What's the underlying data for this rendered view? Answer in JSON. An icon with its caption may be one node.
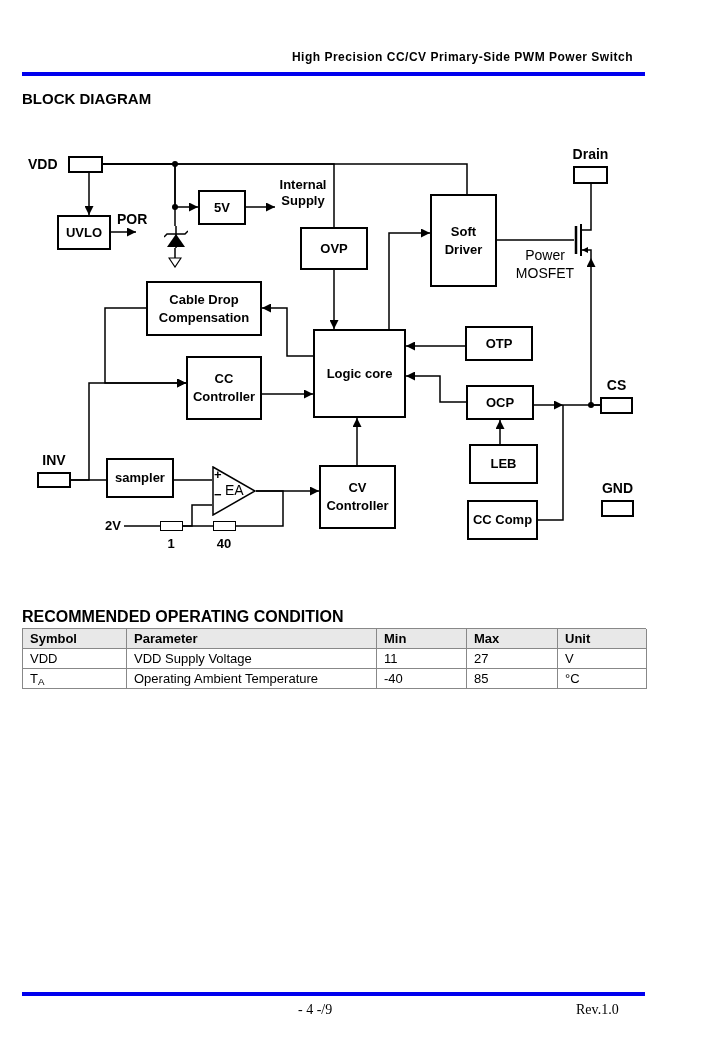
{
  "diagram": {
    "title": "High Precision CC/CV Primary-Side PWM Power Switch",
    "nodes": [
      {
        "text": [
          "VDD"
        ]
      },
      {
        "text": [
          "UVLO"
        ]
      },
      {
        "text": [
          "5V"
        ]
      },
      {
        "text": [
          "OVP"
        ]
      },
      {
        "text": [
          "Soft Driver"
        ]
      },
      {
        "text": [
          "Drain"
        ]
      },
      {
        "text": [],
        "shape": "transistor",
        "beside": [
          "Power MOSFET"
        ]
      },
      {
        "text": [
          "Cable Drop Compensation"
        ]
      },
      {
        "text": [
          "Logic core"
        ]
      },
      {
        "text": [
          "OTP"
        ]
      },
      {
        "text": [
          "CC Controller"
        ]
      },
      {
        "text": [
          "OCP"
        ]
      },
      {
        "text": [
          "CS"
        ]
      },
      {
        "text": [
          "INV"
        ]
      },
      {
        "text": [
          "sampler"
        ]
      },
      {
        "text": [
          "EA"
        ]
      },
      {
        "text": [
          "CV Controller"
        ]
      },
      {
        "text": [
          "LEB"
        ]
      },
      {
        "text": [
          "GND"
        ]
      },
      {
        "text": [
          "CC Comp"
        ]
      },
      {
        "text": [],
        "shape": "diode"
      },
      {
        "text": [],
        "shape": "ground"
      },
      {
        "text": [],
        "shape": "resistor",
        "beside": [
          "1"
        ]
      },
      {
        "text": [],
        "shape": "resistor",
        "beside": [
          "40"
        ]
      },
      {
        "text": [
          "2V"
        ]
      },
      {
        "text": [
          "Internal Supply"
        ]
      }
    ],
    "edges": [
      {
        "from": 0,
        "to": 1,
        "arrow": "to"
      },
      {
        "from": 1,
        "to": null,
        "arrow": "to",
        "label": "POR"
      },
      {
        "from": 0,
        "to": 20,
        "arrow": "none"
      },
      {
        "from": 0,
        "to": 2,
        "arrow": "to"
      },
      {
        "from": 2,
        "to": 25,
        "arrow": "to"
      },
      {
        "from": 0,
        "to": 3,
        "arrow": "none"
      },
      {
        "from": 0,
        "to": 4,
        "arrow": "none"
      },
      {
        "from": 3,
        "to": 8,
        "arrow": "to"
      },
      {
        "from": 8,
        "to": 4,
        "arrow": "to"
      },
      {
        "from": 4,
        "to": 6,
        "arrow": "none"
      },
      {
        "from": 5,
        "to": 6,
        "arrow": "none"
      },
      {
        "from": 12,
        "to": 6,
        "arrow": "to"
      },
      {
        "from": 8,
        "to": 7,
        "arrow": "to"
      },
      {
        "from": 7,
        "to": 10,
        "arrow": "to"
      },
      {
        "from": 13,
        "to": 10,
        "arrow": "to"
      },
      {
        "from": 13,
        "to": 14,
        "arrow": "none"
      },
      {
        "from": 10,
        "to": 8,
        "arrow": "to"
      },
      {
        "from": 9,
        "to": 8,
        "arrow": "to"
      },
      {
        "from": 11,
        "to": 8,
        "arrow": "to"
      },
      {
        "from": 12,
        "to": 11,
        "arrow": "none"
      },
      {
        "from": 17,
        "to": 11,
        "arrow": "to"
      },
      {
        "from": 19,
        "to": null,
        "arrow": "to"
      },
      {
        "from": 14,
        "to": 15,
        "arrow": "none"
      },
      {
        "from": 15,
        "to": 16,
        "arrow": "to"
      },
      {
        "from": 16,
        "to": 8,
        "arrow": "to"
      },
      {
        "from": 24,
        "to": 22,
        "arrow": "none"
      },
      {
        "from": 22,
        "to": 23,
        "arrow": "none"
      },
      {
        "from": 22,
        "to": 15,
        "arrow": "none"
      },
      {
        "from": 23,
        "to": 15,
        "arrow": "none"
      },
      {
        "from": 20,
        "to": 21,
        "arrow": "none"
      }
    ],
    "labels": [
      "BLOCK DIAGRAM",
      "+",
      "−",
      "RECOMMENDED OPERATING CONDITION",
      "Symbol",
      "Parameter",
      "Min",
      "Max",
      "Unit",
      "VDD",
      "VDD Supply Voltage",
      "11",
      "27",
      "V",
      "T$_{A}$",
      "Operating Ambient Temperature",
      "-40",
      "85",
      "°C",
      "- 4 -/9",
      "Rev.1.0"
    ]
  }
}
